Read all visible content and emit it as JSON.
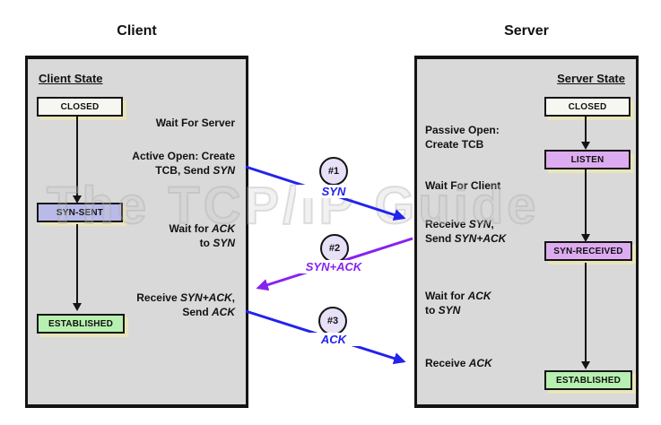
{
  "diagram": {
    "watermark": "The TCP/IP Guide",
    "client": {
      "title": "Client",
      "header": "Client State",
      "states": [
        {
          "label": "CLOSED",
          "fill": "#f7f7f2"
        },
        {
          "label": "SYN-SENT",
          "fill": "#b9bae9"
        },
        {
          "label": "ESTABLISHED",
          "fill": "#b7f0b0"
        }
      ],
      "annotations": [
        {
          "id": "wait-for-server",
          "lines": [
            [
              {
                "t": "Wait For Server"
              }
            ]
          ]
        },
        {
          "id": "active-open",
          "lines": [
            [
              {
                "t": "Active Open: Create"
              }
            ],
            [
              {
                "t": "TCB, Send "
              },
              {
                "t": "SYN",
                "i": true
              }
            ]
          ]
        },
        {
          "id": "wait-for-ack-to-syn",
          "lines": [
            [
              {
                "t": "Wait for "
              },
              {
                "t": "ACK",
                "i": true
              }
            ],
            [
              {
                "t": "to "
              },
              {
                "t": "SYN",
                "i": true
              }
            ]
          ]
        },
        {
          "id": "receive-syn-ack-send-ack",
          "lines": [
            [
              {
                "t": "Receive "
              },
              {
                "t": "SYN+ACK",
                "i": true
              },
              {
                "t": ","
              }
            ],
            [
              {
                "t": "Send "
              },
              {
                "t": "ACK",
                "i": true
              }
            ]
          ]
        }
      ]
    },
    "server": {
      "title": "Server",
      "header": "Server State",
      "states": [
        {
          "label": "CLOSED",
          "fill": "#f7f7f2"
        },
        {
          "label": "LISTEN",
          "fill": "#ddabef"
        },
        {
          "label": "SYN-RECEIVED",
          "fill": "#ddabef"
        },
        {
          "label": "ESTABLISHED",
          "fill": "#b7f0b0"
        }
      ],
      "annotations": [
        {
          "id": "passive-open",
          "lines": [
            [
              {
                "t": "Passive Open:"
              }
            ],
            [
              {
                "t": "Create TCB"
              }
            ]
          ]
        },
        {
          "id": "wait-for-client",
          "lines": [
            [
              {
                "t": "Wait For Client"
              }
            ]
          ]
        },
        {
          "id": "receive-syn-send-syn-ack",
          "lines": [
            [
              {
                "t": "Receive "
              },
              {
                "t": "SYN",
                "i": true
              },
              {
                "t": ","
              }
            ],
            [
              {
                "t": "Send "
              },
              {
                "t": "SYN+ACK",
                "i": true
              }
            ]
          ]
        },
        {
          "id": "wait-for-ack-to-syn",
          "lines": [
            [
              {
                "t": "Wait for "
              },
              {
                "t": "ACK",
                "i": true
              }
            ],
            [
              {
                "t": "to "
              },
              {
                "t": "SYN",
                "i": true
              }
            ]
          ]
        },
        {
          "id": "receive-ack",
          "lines": [
            [
              {
                "t": "Receive "
              },
              {
                "t": "ACK",
                "i": true
              }
            ]
          ]
        }
      ]
    },
    "messages": [
      {
        "badge": "#1",
        "label": "SYN",
        "color": "#2222ee",
        "from": "client",
        "to": "server"
      },
      {
        "badge": "#2",
        "label": "SYN+ACK",
        "color": "#8822ee",
        "from": "server",
        "to": "client"
      },
      {
        "badge": "#3",
        "label": "ACK",
        "color": "#2222ee",
        "from": "client",
        "to": "server"
      }
    ],
    "colors": {
      "panel_bg": "#d9d9d9",
      "panel_border": "#141414",
      "state_shadow": "#e9e5bb",
      "badge_fill": "#e7e0f7"
    }
  }
}
